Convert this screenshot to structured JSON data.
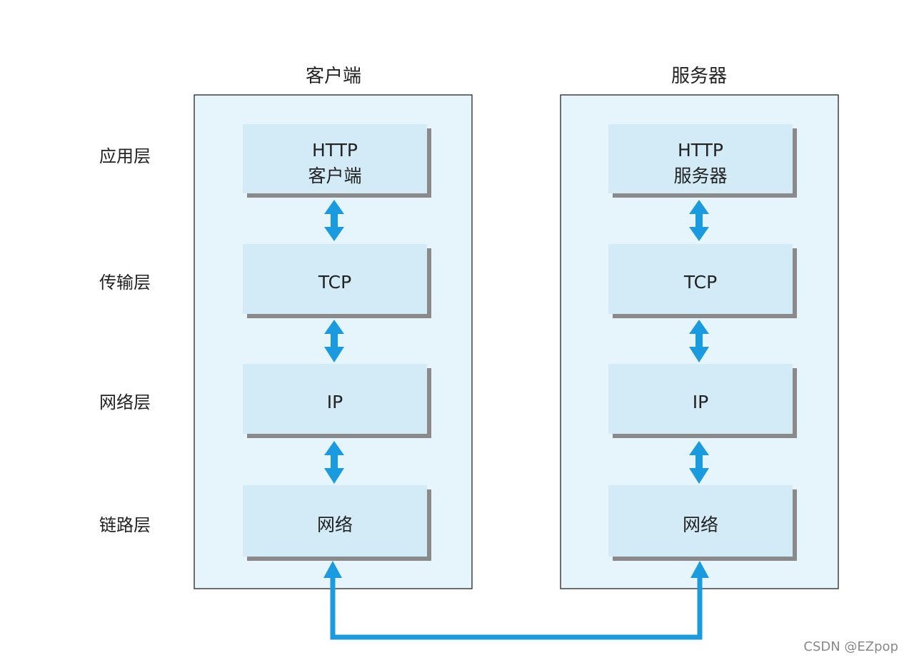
{
  "columns": [
    {
      "title": "客户端",
      "boxes": [
        {
          "lines": [
            "HTTP",
            "客户端"
          ]
        },
        {
          "lines": [
            "TCP"
          ]
        },
        {
          "lines": [
            "IP"
          ]
        },
        {
          "lines": [
            "网络"
          ]
        }
      ]
    },
    {
      "title": "服务器",
      "boxes": [
        {
          "lines": [
            "HTTP",
            "服务器"
          ]
        },
        {
          "lines": [
            "TCP"
          ]
        },
        {
          "lines": [
            "IP"
          ]
        },
        {
          "lines": [
            "网络"
          ]
        }
      ]
    }
  ],
  "layers": [
    "应用层",
    "传输层",
    "网络层",
    "链路层"
  ],
  "watermark": "CSDN @EZpop",
  "colors": {
    "accent": "#1a9be0",
    "panel": "#e6f4fb",
    "box": "#d2ebf7"
  }
}
